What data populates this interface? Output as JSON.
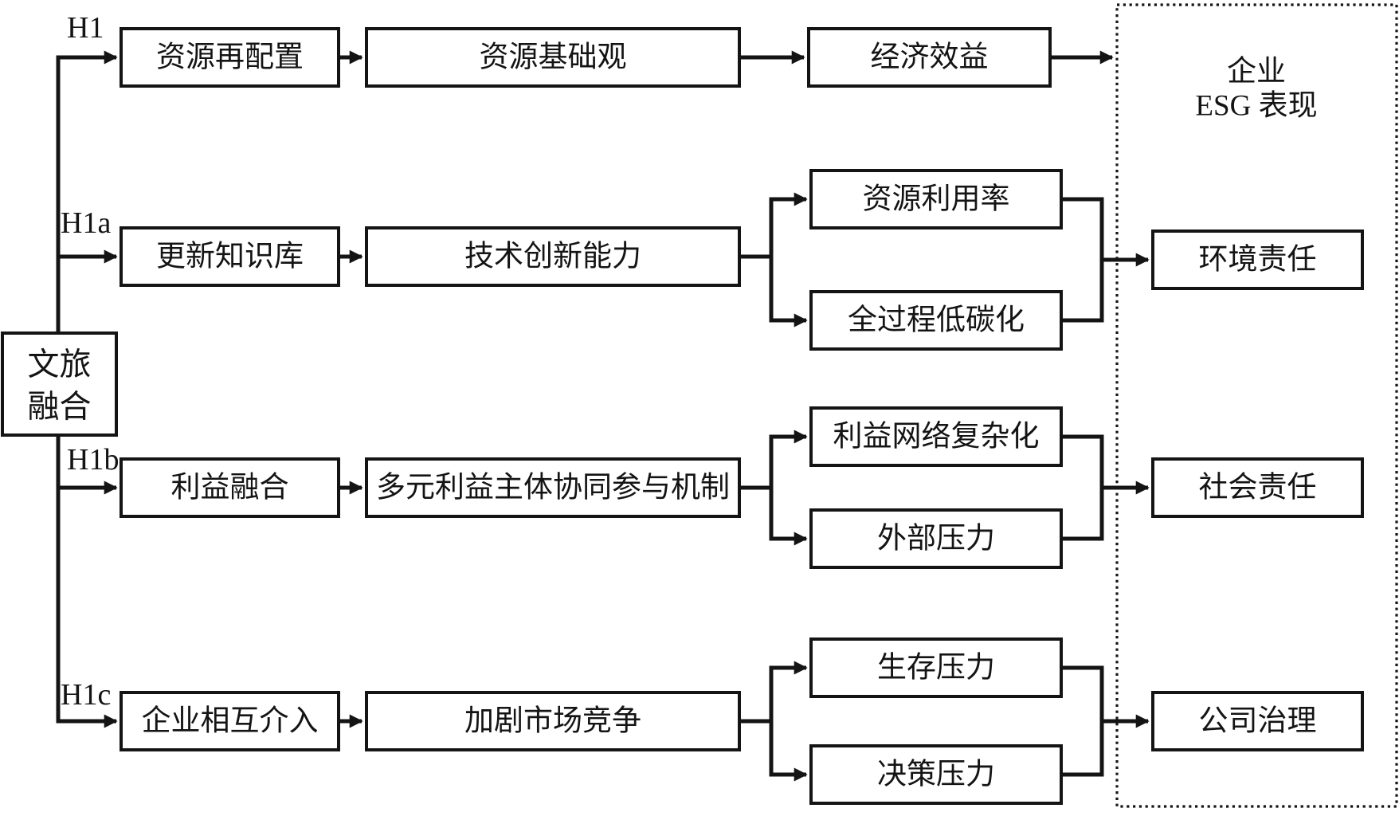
{
  "figure": {
    "source": {
      "line1": "文旅",
      "line2": "融合"
    },
    "panel": {
      "title_line1": "企业",
      "title_line2": "ESG 表现"
    },
    "rows": [
      {
        "label": "H1",
        "stage1": "资源再配置",
        "stage2": "资源基础观",
        "stage3": "经济效益"
      },
      {
        "label": "H1a",
        "stage1": "更新知识库",
        "stage2": "技术创新能力",
        "branch1": "资源利用率",
        "branch2": "全过程低碳化",
        "outcome": "环境责任"
      },
      {
        "label": "H1b",
        "stage1": "利益融合",
        "stage2": "多元利益主体协同参与机制",
        "branch1": "利益网络复杂化",
        "branch2": "外部压力",
        "outcome": "社会责任"
      },
      {
        "label": "H1c",
        "stage1": "企业相互介入",
        "stage2": "加剧市场竞争",
        "branch1": "生存压力",
        "branch2": "决策压力",
        "outcome": "公司治理"
      }
    ],
    "colors": {
      "ink": "#141414",
      "background": "#ffffff"
    }
  }
}
